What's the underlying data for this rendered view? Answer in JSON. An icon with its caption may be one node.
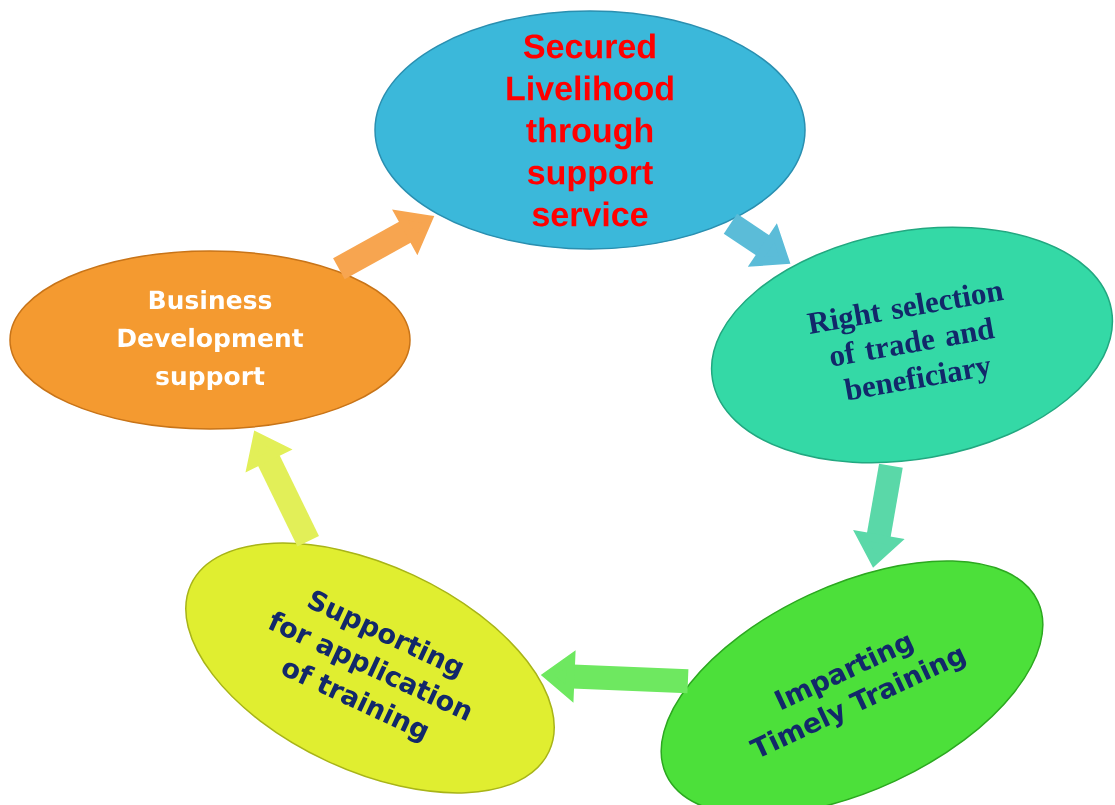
{
  "diagram": {
    "nodes": [
      {
        "text": [
          "Secured Livelihood through support service"
        ]
      },
      {
        "text": [
          "Right selection of trade and beneficiary"
        ]
      },
      {
        "text": [
          "Imparting Timely Training"
        ]
      },
      {
        "text": [
          "Supporting for application of training"
        ]
      },
      {
        "text": [
          "Business Development support"
        ]
      }
    ],
    "edges": [
      {
        "from": 0,
        "to": 1,
        "arrow": "to",
        "color": "#5bbcd8"
      },
      {
        "from": 1,
        "to": 2,
        "arrow": "to",
        "color": "#5ad8a8"
      },
      {
        "from": 2,
        "to": 3,
        "arrow": "to",
        "color": "#6ee860"
      },
      {
        "from": 3,
        "to": 4,
        "arrow": "to",
        "color": "#e2ef58"
      },
      {
        "from": 4,
        "to": 0,
        "arrow": "to",
        "color": "#f7a550"
      }
    ]
  }
}
